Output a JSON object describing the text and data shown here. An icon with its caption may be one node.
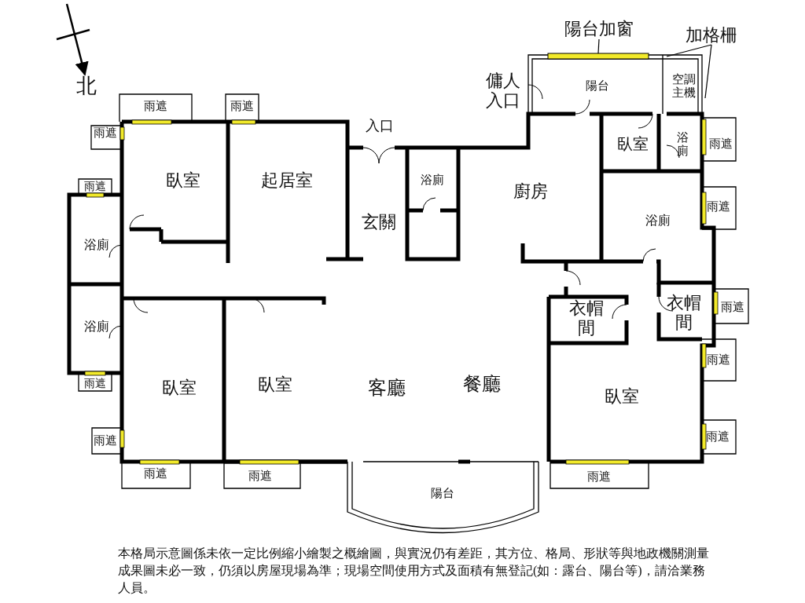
{
  "diagram": {
    "caption": "本格局示意圖係未依一定比例縮小繪製之概繪圖，與實況仍有差距，其方位、格局、形狀等與地政機關測量成果圖未必一致，仍須以房屋現場為準；現場空間使用方式及面積有無登記(如：露台、陽台等)，請洽業務人員。",
    "nodes": [
      {
        "text": [
          "陽台加窗"
        ]
      },
      {
        "text": [],
        "shape": "bar"
      },
      {
        "text": [
          "加格柵"
        ]
      }
    ],
    "edges": [
      {
        "from": 0,
        "to": 1,
        "arrow": "none"
      },
      {
        "from": 2,
        "to": null,
        "arrow": "none"
      },
      {
        "from": 2,
        "to": null,
        "arrow": "none"
      }
    ],
    "labels": [
      "北",
      "傭人入口",
      "陽台",
      "空調主機",
      "雨遮",
      "雨遮",
      "入口",
      "雨遮",
      "臥室",
      "浴廁",
      "雨遮",
      "臥室",
      "起居室",
      "浴廁",
      "雨遮",
      "廚房",
      "雨遮",
      "玄關",
      "浴廁",
      "浴廁",
      "衣帽間",
      "衣帽間",
      "雨遮",
      "浴廁",
      "雨遮",
      "雨遮",
      "臥室",
      "臥室",
      "客廳",
      "餐廳",
      "臥室",
      "雨遮",
      "雨遮",
      "雨遮",
      "雨遮",
      "雨遮",
      "陽台"
    ]
  }
}
